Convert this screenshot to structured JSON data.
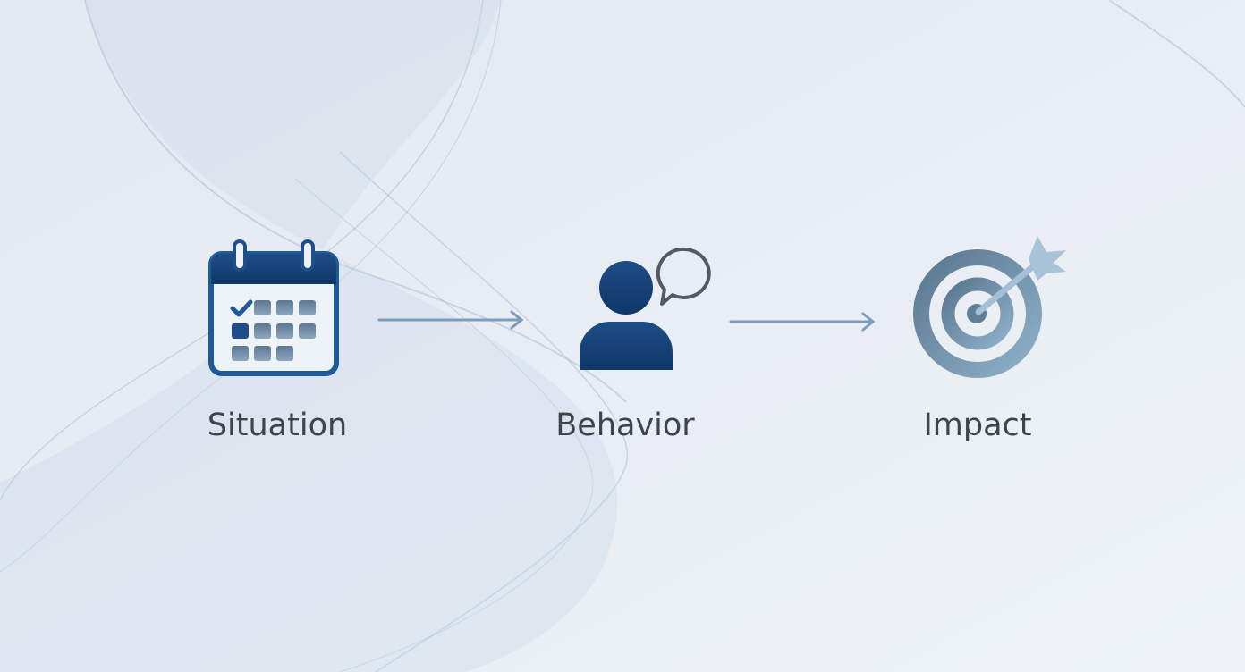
{
  "steps": [
    {
      "label": "Situation",
      "icon": "calendar-icon"
    },
    {
      "label": "Behavior",
      "icon": "person-speech-icon"
    },
    {
      "label": "Impact",
      "icon": "target-icon"
    }
  ],
  "colors": {
    "background": "#e6ecf3",
    "primary_blue": "#1f4f8a",
    "grey_blue": "#6f8aa3",
    "arrow": "#7e9cbc",
    "text": "#3f434a"
  }
}
